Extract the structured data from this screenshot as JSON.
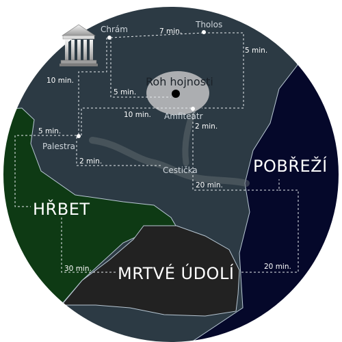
{
  "colors": {
    "plains": "#2c3a44",
    "coast": "#05082a",
    "ridge": "#0e3a14",
    "valley": "#222222",
    "cornucopia_area": "#b7b9bb",
    "route": "#e8ecef",
    "node": "#ffffff"
  },
  "icons": {
    "temple": "temple-icon"
  },
  "nodes": {
    "chram": "Chrám",
    "tholos": "Tholos",
    "roh": "Roh hojnosti",
    "amfiteatr": "Amfiteátr",
    "palestra": "Palestra",
    "cesticka": "Cestička"
  },
  "regions": {
    "hrbet": "HŘBET",
    "pobrezi": "POBŘEŽÍ",
    "udoli": "MRTVÉ ÚDOLÍ"
  },
  "times": {
    "chram_tholos": "7 min.",
    "tholos_roh": "5 min.",
    "chram_roh": "5 min.",
    "chram_palestra": "10 min.",
    "amfiteatr_palestra": "10 min.",
    "palestra_hrbet": "5 min.",
    "palestra_cesticka": "2 min.",
    "amfiteatr_cesticka": "2 min.",
    "cesticka_pobrezi": "20 min.",
    "hrbet_udoli": "30 min.",
    "pobrezi_udoli": "20 min."
  }
}
